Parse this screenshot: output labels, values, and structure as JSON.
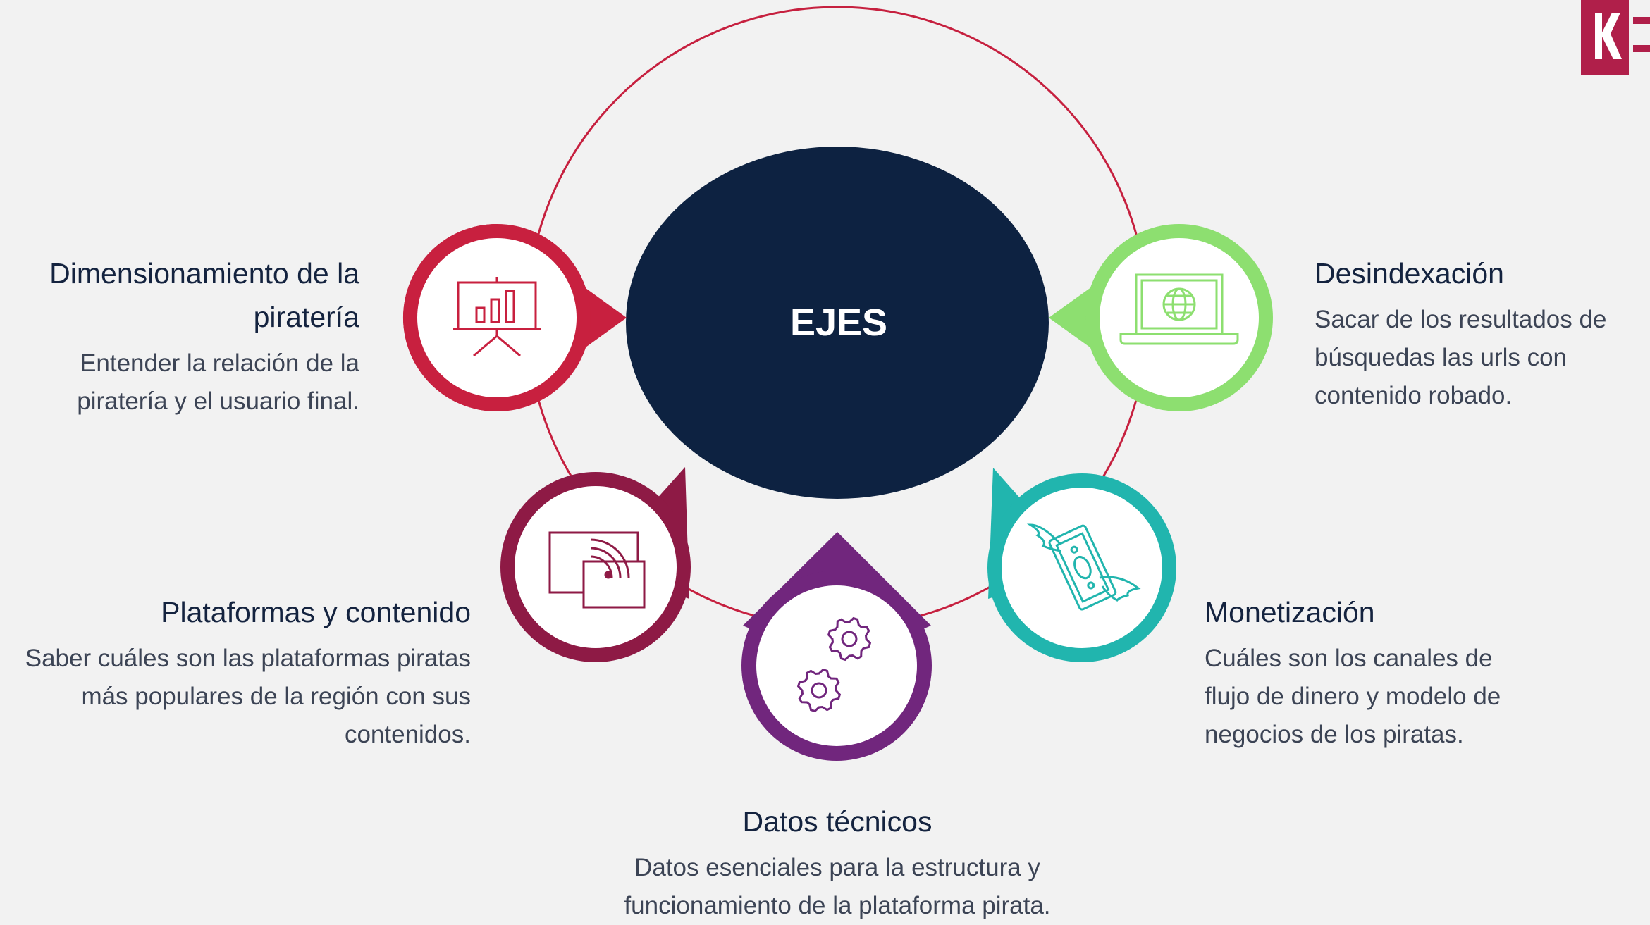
{
  "center": {
    "label": "EJES",
    "color": "#0d2241"
  },
  "ring_color": "#c6203f",
  "axes": [
    {
      "id": "dimensionamiento",
      "heading": "Dimensionamiento de la piratería",
      "description": "Entender la relación de la piratería y el usuario final.",
      "color": "#c8203f",
      "icon": "presentation-chart-icon"
    },
    {
      "id": "desindexacion",
      "heading": "Desindexación",
      "description": "Sacar de los resultados de búsquedas las urls con contenido robado.",
      "color": "#8ddf70",
      "icon": "laptop-globe-icon"
    },
    {
      "id": "plataformas",
      "heading": "Plataformas y contenido",
      "description": "Saber cuáles son las plataformas piratas más populares de la región con sus contenidos.",
      "color": "#8e1a45",
      "icon": "screen-cast-icon"
    },
    {
      "id": "monetizacion",
      "heading": "Monetización",
      "description": "Cuáles son los canales de flujo de dinero y modelo de negocios de los piratas.",
      "color": "#21b5ae",
      "icon": "flying-money-icon"
    },
    {
      "id": "datos",
      "heading": "Datos técnicos",
      "description": "Datos esenciales para la estructura y funcionamiento de la plataforma pirata.",
      "color": "#71267d",
      "icon": "gears-icon"
    }
  ],
  "logo": {
    "color": "#b01f4a",
    "icon": "brand-logo-icon"
  }
}
